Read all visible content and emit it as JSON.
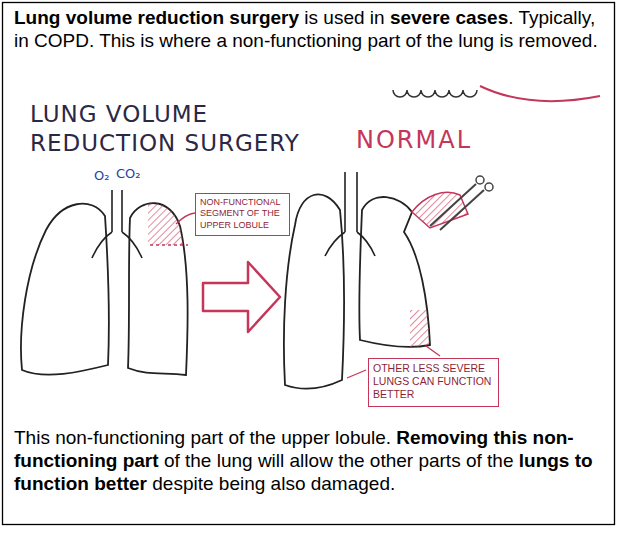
{
  "diagram": {
    "title": "LUNG VOLUME REDUCTION SURGERY",
    "nodes": [
      {
        "text": [
          "NON-FUNCTIONAL SEGMENT OF THE UPPER LOBULE"
        ]
      },
      {
        "text": [
          "OTHER LESS SEVERE LUNGS CAN FUNCTION BETTER"
        ]
      }
    ],
    "labels": [
      "Lung volume reduction surgery",
      "is used in",
      "severe cases",
      ". Typically, in COPD. This is where a non-functioning part of the lung is removed.",
      "O₂",
      "CO₂",
      "NORMAL",
      "This non-functioning part of the upper lobule.",
      "Removing this non-functioning part",
      "of the lung will allow the other parts of the",
      "lungs to function better",
      "despite being also damaged."
    ]
  }
}
